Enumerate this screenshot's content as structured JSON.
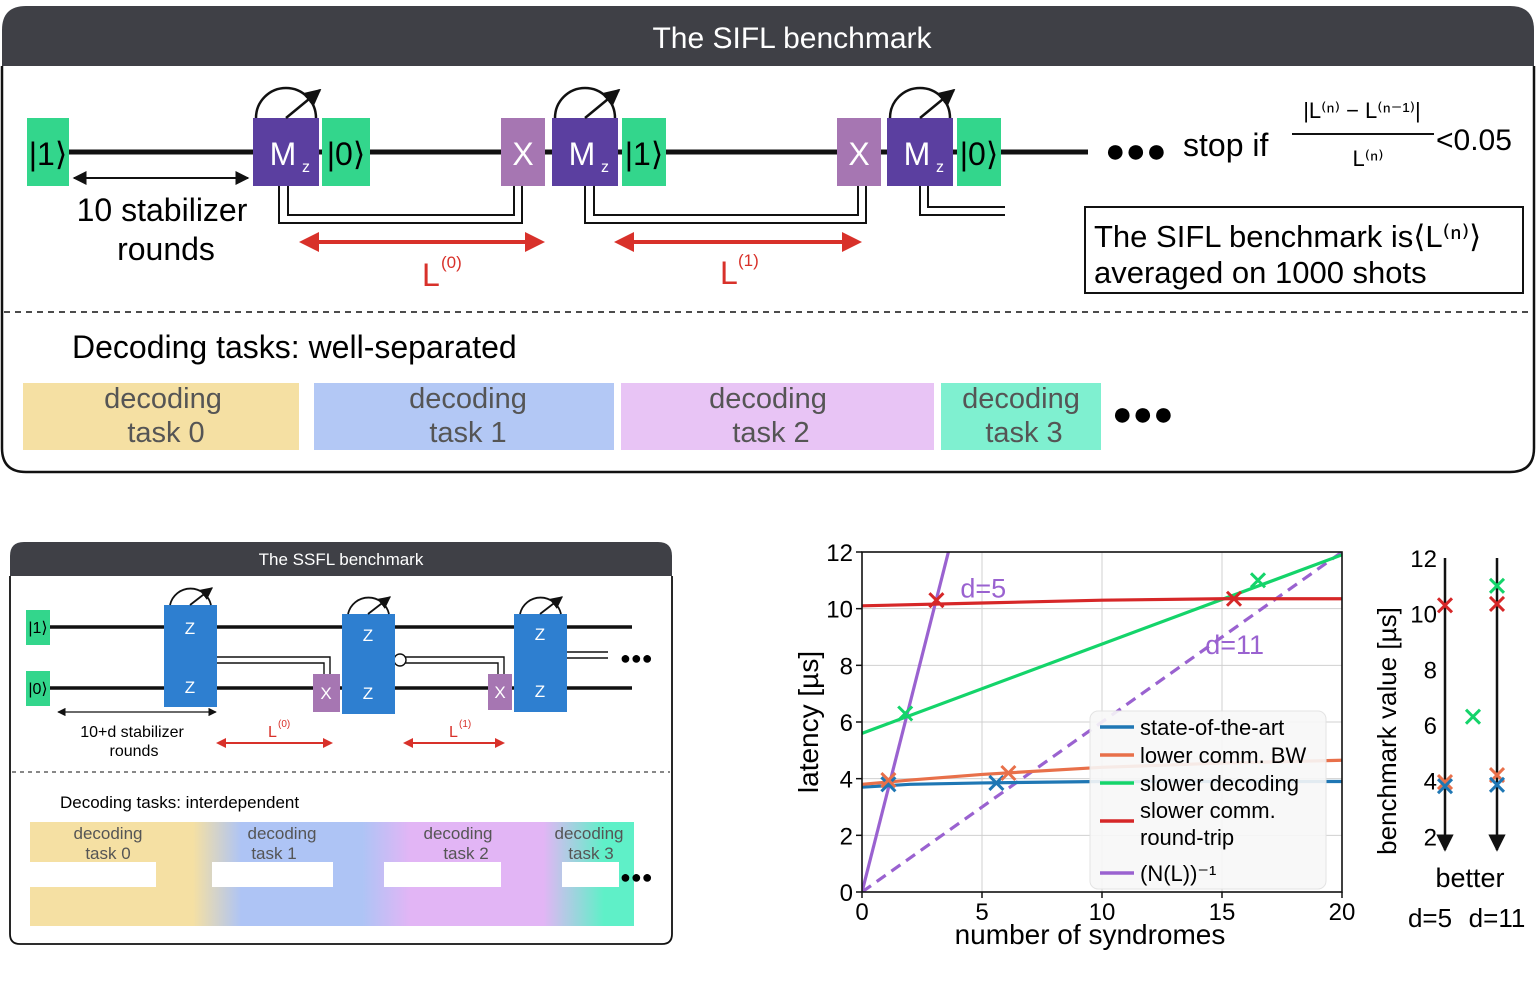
{
  "sifl": {
    "title": "The SIFL benchmark",
    "states": [
      "|1⟩",
      "|0⟩",
      "|1⟩",
      "|0⟩"
    ],
    "measure_label": "M",
    "measure_sub": "z",
    "x_label": "X",
    "rounds_label_line1": "10 stabilizer",
    "rounds_label_line2": "rounds",
    "latency_labels": [
      {
        "base": "L",
        "sup": "(0)"
      },
      {
        "base": "L",
        "sup": "(1)"
      }
    ],
    "dots": "●●●",
    "stop_text": "stop if",
    "stop_numerator": "|L⁽ⁿ⁾ − L⁽ⁿ⁻¹⁾|",
    "stop_denominator": "L⁽ⁿ⁾",
    "stop_threshold": "<0.05",
    "box_line1": "The SIFL benchmark is⟨L⁽ⁿ⁾⟩",
    "box_line2": "averaged on 1000 shots",
    "decoding_title": "Decoding tasks: well-separated",
    "tasks": [
      {
        "line1": "decoding",
        "line2": "task 0",
        "color": "#f5e0a3"
      },
      {
        "line1": "decoding",
        "line2": "task 1",
        "color": "#b3c8f5"
      },
      {
        "line1": "decoding",
        "line2": "task 2",
        "color": "#e8c4f5"
      },
      {
        "line1": "decoding",
        "line2": "task 3",
        "color": "#7ff0d0"
      }
    ]
  },
  "ssfl": {
    "title": "The SSFL benchmark",
    "states": [
      "|1⟩",
      "|0⟩"
    ],
    "z_label": "Z",
    "x_label": "X",
    "rounds_line1": "10+d stabilizer",
    "rounds_line2": "rounds",
    "latency_labels": [
      {
        "base": "L",
        "sup": "(0)"
      },
      {
        "base": "L",
        "sup": "(1)"
      }
    ],
    "dots": "●●●",
    "decoding_title": "Decoding tasks: interdependent",
    "tasks": [
      {
        "line1": "decoding",
        "line2": "task 0"
      },
      {
        "line1": "decoding",
        "line2": "task 1"
      },
      {
        "line1": "decoding",
        "line2": "task 2"
      },
      {
        "line1": "decoding",
        "line2": "task 3"
      }
    ]
  },
  "colors": {
    "header": "#3f4046",
    "green_state": "#33d68c",
    "measure": "#5b3fa0",
    "x_gate": "#a676b2",
    "arrow_red": "#d8312a",
    "z_gate": "#2e7fd0",
    "series_blue": "#1f77b4",
    "series_orange": "#e8704a",
    "series_green": "#14d46a",
    "series_red": "#d62728",
    "series_purple": "#9a62d0"
  },
  "chart_data": [
    {
      "type": "line",
      "xlabel": "number of syndromes",
      "ylabel": "latency [µs]",
      "xlim": [
        0,
        20
      ],
      "ylim": [
        0,
        12
      ],
      "x_ticks": [
        0,
        5,
        10,
        15,
        20
      ],
      "y_ticks": [
        0,
        2,
        4,
        6,
        8,
        10,
        12
      ],
      "grid": true,
      "legend_placement": "bottom-right",
      "series": [
        {
          "name": "state-of-the-art",
          "color": "#1f77b4",
          "x": [
            0,
            2,
            5,
            10,
            15,
            20
          ],
          "y": [
            3.7,
            3.8,
            3.85,
            3.9,
            3.9,
            3.9
          ]
        },
        {
          "name": "lower comm. BW",
          "color": "#e8704a",
          "x": [
            0,
            2,
            5,
            10,
            15,
            20
          ],
          "y": [
            3.8,
            3.95,
            4.15,
            4.4,
            4.55,
            4.65
          ]
        },
        {
          "name": "slower decoding",
          "color": "#14d46a",
          "x": [
            0,
            20
          ],
          "y": [
            5.6,
            11.9
          ]
        },
        {
          "name": "slower comm.\nround-trip",
          "color": "#d62728",
          "x": [
            0,
            5,
            10,
            15,
            20
          ],
          "y": [
            10.1,
            10.2,
            10.3,
            10.35,
            10.35
          ]
        },
        {
          "name": "(N(L))⁻¹",
          "color": "#9a62d0",
          "curves": [
            {
              "label": "d=5",
              "style": "solid",
              "x": [
                0,
                3.6
              ],
              "y": [
                0,
                12
              ]
            },
            {
              "label": "d=11",
              "style": "dashed",
              "x": [
                0,
                20
              ],
              "y": [
                0,
                12
              ]
            }
          ]
        }
      ],
      "crossings": [
        {
          "x": 1.1,
          "y": 3.8,
          "color": "#1f77b4"
        },
        {
          "x": 5.6,
          "y": 3.85,
          "color": "#1f77b4"
        },
        {
          "x": 1.1,
          "y": 3.95,
          "color": "#e8704a"
        },
        {
          "x": 6.1,
          "y": 4.2,
          "color": "#e8704a"
        },
        {
          "x": 1.8,
          "y": 6.3,
          "color": "#14d46a"
        },
        {
          "x": 16.5,
          "y": 11.0,
          "color": "#14d46a"
        },
        {
          "x": 3.1,
          "y": 10.3,
          "color": "#d62728"
        },
        {
          "x": 15.5,
          "y": 10.35,
          "color": "#d62728"
        }
      ]
    },
    {
      "type": "scatter",
      "ylabel": "benchmark value [µs]",
      "ylim": [
        0,
        12
      ],
      "y_ticks": [
        2,
        4,
        6,
        8,
        10,
        12
      ],
      "categories": [
        "d=5",
        "d=11"
      ],
      "arrow_label": "better",
      "points": [
        {
          "category": "d=5",
          "y": 10.3,
          "color": "#d62728"
        },
        {
          "category": "d=5",
          "y": 3.95,
          "color": "#e8704a"
        },
        {
          "category": "d=5",
          "y": 3.8,
          "color": "#1f77b4"
        },
        {
          "category": "d=5",
          "y": 6.3,
          "color": "#14d46a",
          "offset": true
        },
        {
          "category": "d=11",
          "y": 11.0,
          "color": "#14d46a"
        },
        {
          "category": "d=11",
          "y": 10.35,
          "color": "#d62728"
        },
        {
          "category": "d=11",
          "y": 4.2,
          "color": "#e8704a"
        },
        {
          "category": "d=11",
          "y": 3.85,
          "color": "#1f77b4"
        }
      ]
    }
  ]
}
